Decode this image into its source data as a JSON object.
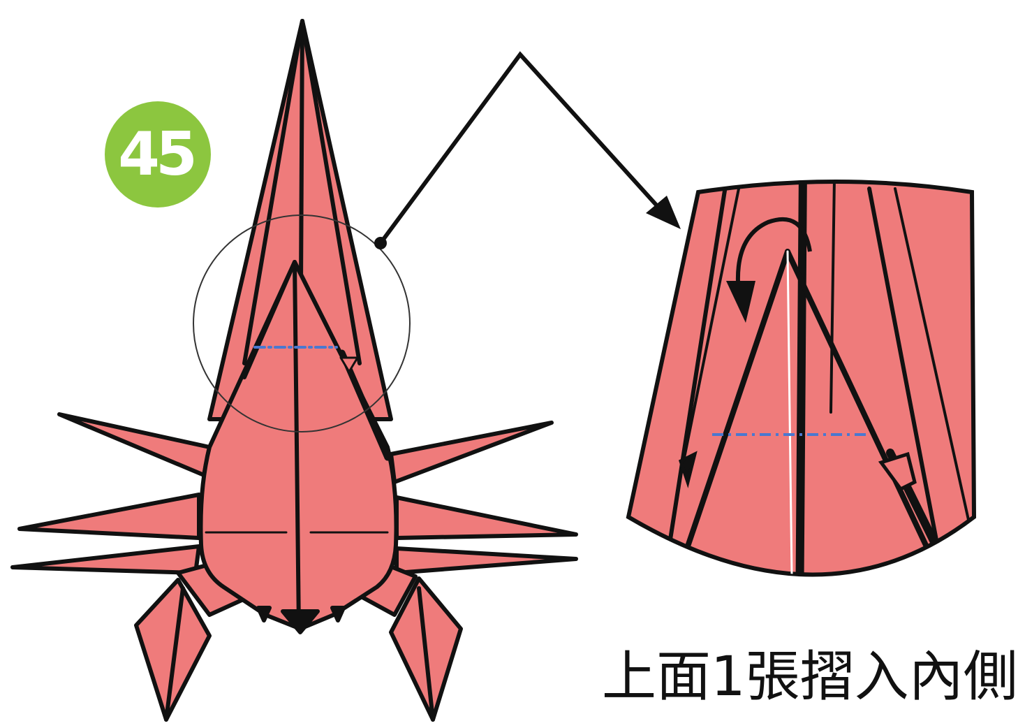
{
  "step": {
    "number": "45"
  },
  "instruction": "上面1張摺入內側",
  "colors": {
    "paper": "#ef7b7b",
    "paper_dark": "#e0605e",
    "line": "#111111",
    "badge": "#8cc63f",
    "valley_fold": "#4a78d0"
  },
  "icons": [
    "zoom-circle",
    "callout-arrow",
    "fold-arrow",
    "push-arrow"
  ]
}
